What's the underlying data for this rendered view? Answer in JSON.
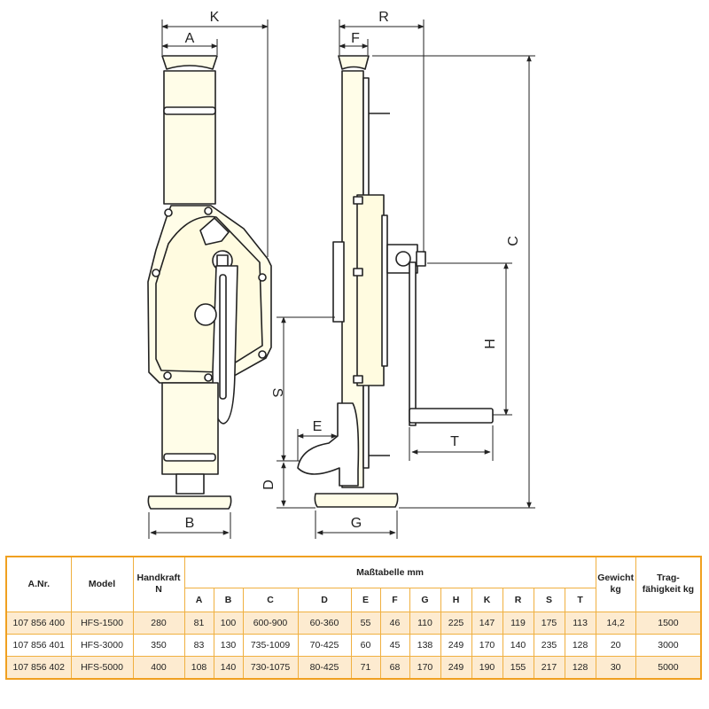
{
  "diagram_labels": {
    "K": "K",
    "A": "A",
    "R": "R",
    "F": "F",
    "C": "C",
    "H": "H",
    "S": "S",
    "E": "E",
    "D": "D",
    "T": "T",
    "B": "B",
    "G": "G"
  },
  "table": {
    "headers": {
      "artnr": "A.Nr.",
      "model": "Model",
      "handkraft": "Handkraft",
      "handkraft_unit": "N",
      "masstabelle": "Maßtabelle mm",
      "gewicht": "Gewicht",
      "gewicht_unit": "kg",
      "trag": "Trag-",
      "trag2": "fähigkeit kg",
      "dims": [
        "A",
        "B",
        "C",
        "D",
        "E",
        "F",
        "G",
        "H",
        "K",
        "R",
        "S",
        "T"
      ]
    },
    "rows": [
      {
        "artnr": "107 856 400",
        "model": "HFS-1500",
        "handkraft": "280",
        "dims": [
          "81",
          "100",
          "600-900",
          "60-360",
          "55",
          "46",
          "110",
          "225",
          "147",
          "119",
          "175",
          "113"
        ],
        "gewicht": "14,2",
        "trag": "1500"
      },
      {
        "artnr": "107 856 401",
        "model": "HFS-3000",
        "handkraft": "350",
        "dims": [
          "83",
          "130",
          "735-1009",
          "70-425",
          "60",
          "45",
          "138",
          "249",
          "170",
          "140",
          "235",
          "128"
        ],
        "gewicht": "20",
        "trag": "3000"
      },
      {
        "artnr": "107 856 402",
        "model": "HFS-5000",
        "handkraft": "400",
        "dims": [
          "108",
          "140",
          "730-1075",
          "80-425",
          "71",
          "68",
          "170",
          "249",
          "190",
          "155",
          "217",
          "128"
        ],
        "gewicht": "30",
        "trag": "5000"
      }
    ]
  }
}
